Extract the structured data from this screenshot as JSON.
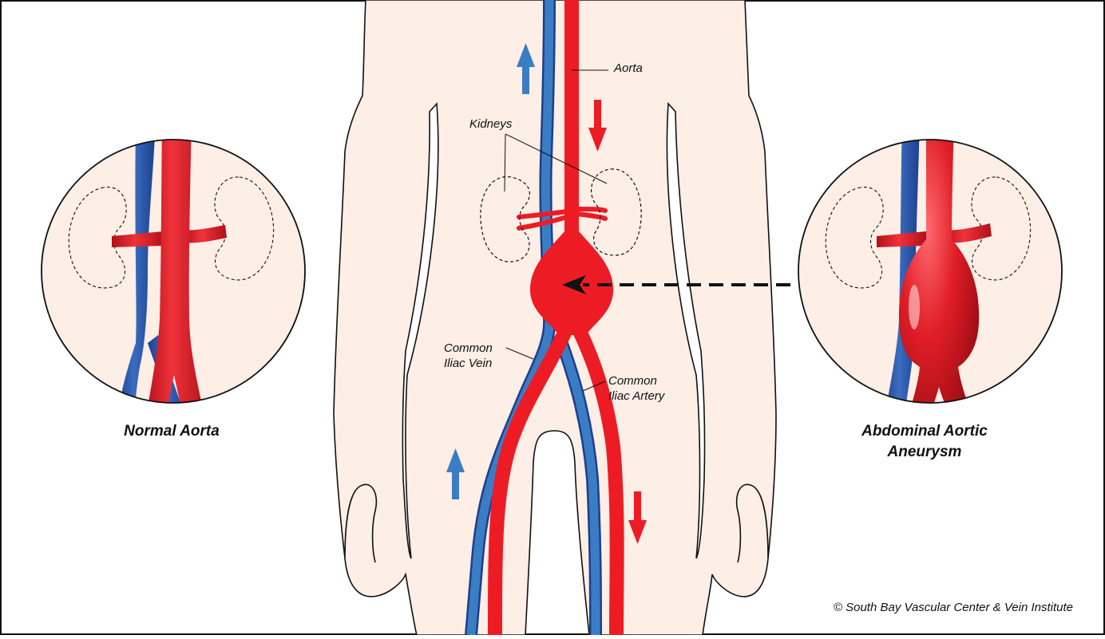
{
  "labels": {
    "aorta": "Aorta",
    "kidneys": "Kidneys",
    "common_iliac_vein_1": "Common",
    "common_iliac_vein_2": "Iliac Vein",
    "common_iliac_artery_1": "Common",
    "common_iliac_artery_2": "Iliac Artery"
  },
  "captions": {
    "normal": "Normal Aorta",
    "aneurysm_1": "Abdominal Aortic",
    "aneurysm_2": "Aneurysm"
  },
  "copyright": "© South Bay Vascular Center & Vein Institute",
  "colors": {
    "artery": "#ed1c24",
    "vein": "#3b7dc4",
    "skin": "#fdeee6",
    "outline": "#111111"
  }
}
